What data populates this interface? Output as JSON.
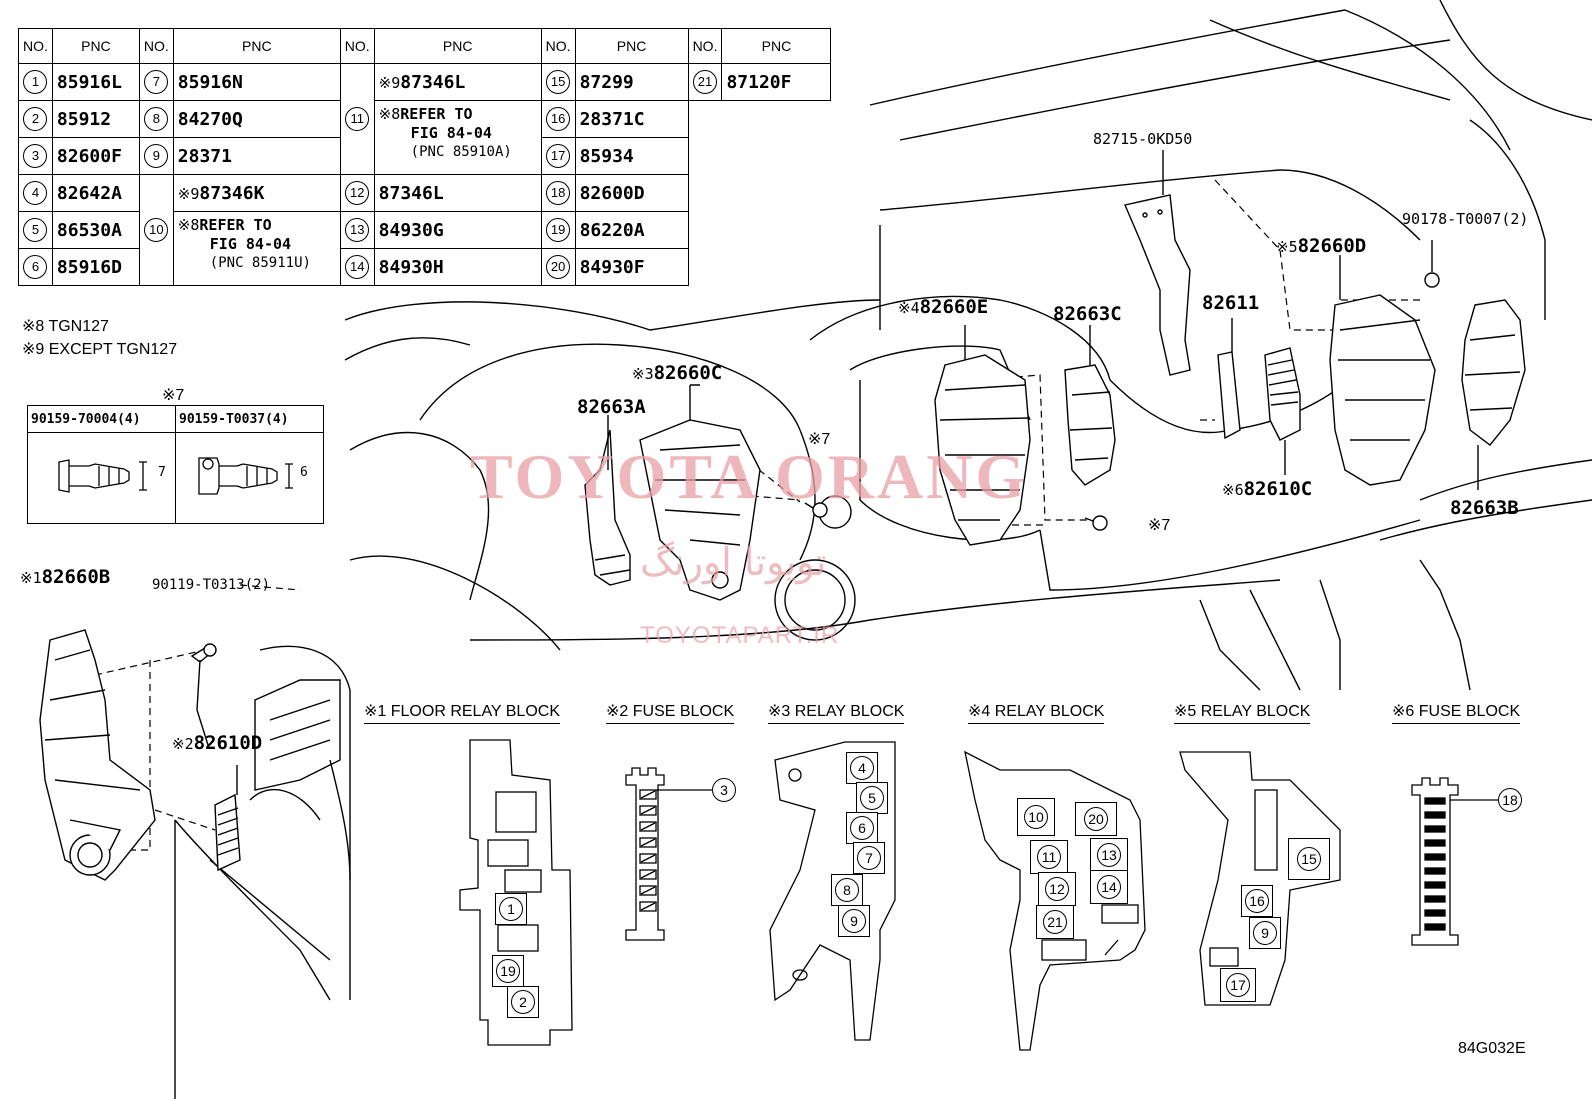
{
  "table": {
    "header": {
      "no": "NO.",
      "pnc": "PNC"
    },
    "col1": [
      {
        "no": "1",
        "pnc": "85916L"
      },
      {
        "no": "2",
        "pnc": "85912"
      },
      {
        "no": "3",
        "pnc": "82600F"
      },
      {
        "no": "4",
        "pnc": "82642A"
      },
      {
        "no": "5",
        "pnc": "86530A"
      },
      {
        "no": "6",
        "pnc": "85916D"
      }
    ],
    "col2": [
      {
        "no": "7",
        "pnc": "85916N"
      },
      {
        "no": "8",
        "pnc": "84270Q"
      },
      {
        "no": "9",
        "pnc": "28371"
      },
      {
        "no": "10",
        "mark9": "※9",
        "pnc": "87346K",
        "mark8": "※8",
        "refer": "REFER TO",
        "fig": "FIG 84-04",
        "ref_pnc": "(PNC 85911U)"
      }
    ],
    "col3": [
      {
        "no": "11",
        "mark9": "※9",
        "pnc": "87346L",
        "mark8": "※8",
        "refer": "REFER TO",
        "fig": "FIG 84-04",
        "ref_pnc": "(PNC 85910A)"
      },
      {
        "no": "12",
        "pnc": "87346L"
      },
      {
        "no": "13",
        "pnc": "84930G"
      },
      {
        "no": "14",
        "pnc": "84930H"
      }
    ],
    "col4": [
      {
        "no": "15",
        "pnc": "87299"
      },
      {
        "no": "16",
        "pnc": "28371C"
      },
      {
        "no": "17",
        "pnc": "85934"
      },
      {
        "no": "18",
        "pnc": "82600D"
      },
      {
        "no": "19",
        "pnc": "86220A"
      },
      {
        "no": "20",
        "pnc": "84930F"
      }
    ],
    "col5": [
      {
        "no": "21",
        "pnc": "87120F"
      }
    ]
  },
  "notes": {
    "n8": "※8 TGN127",
    "n9": "※9 EXCEPT TGN127"
  },
  "bolts": {
    "mark": "※7",
    "left": {
      "part": "90159-70004(4)",
      "dim": "7"
    },
    "right": {
      "part": "90159-T0037(4)",
      "dim": "6"
    }
  },
  "callouts": {
    "p82660b": "82660B",
    "p82660b_mark": "※1",
    "p90119": "90119-T0313(2)",
    "p82610d": "82610D",
    "p82610d_mark": "※2",
    "p82663a": "82663A",
    "p82660c": "82660C",
    "p82660c_mark": "※3",
    "screw7a": "※7",
    "p82660e": "82660E",
    "p82660e_mark": "※4",
    "p82663c": "82663C",
    "screw7b": "※7",
    "p82715": "82715-0KD50",
    "p82611": "82611",
    "p82610c": "82610C",
    "p82610c_mark": "※6",
    "p82660d": "82660D",
    "p82660d_mark": "※5",
    "p90178": "90178-T0007(2)",
    "p82663b": "82663B"
  },
  "block_titles": {
    "b1": "※1 FLOOR RELAY BLOCK",
    "b2": "※2 FUSE BLOCK",
    "b3": "※3 RELAY BLOCK",
    "b4": "※4 RELAY BLOCK",
    "b5": "※5 RELAY BLOCK",
    "b6": "※6 FUSE BLOCK"
  },
  "block_items": {
    "b1": [
      "1",
      "19",
      "2"
    ],
    "b2": [
      "3"
    ],
    "b3": [
      "4",
      "5",
      "6",
      "7",
      "8",
      "9"
    ],
    "b4": [
      "10",
      "20",
      "11",
      "13",
      "12",
      "14",
      "21"
    ],
    "b5": [
      "15",
      "16",
      "9",
      "17"
    ],
    "b6": [
      "18"
    ]
  },
  "watermark": {
    "main": "TOYOTA ORANG",
    "farsi": "تویوتا اورنگ",
    "url": "TOYOTAPART.IR"
  },
  "figure_code": "84G032E"
}
